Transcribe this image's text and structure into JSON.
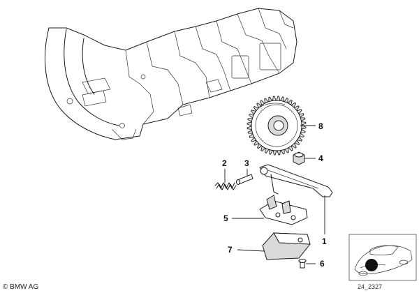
{
  "copyright": "© BMW AG",
  "reference": "24_2327",
  "callouts": [
    {
      "id": "1",
      "label": "1"
    },
    {
      "id": "2",
      "label": "2"
    },
    {
      "id": "3",
      "label": "3"
    },
    {
      "id": "4",
      "label": "4"
    },
    {
      "id": "5",
      "label": "5"
    },
    {
      "id": "6",
      "label": "6"
    },
    {
      "id": "7",
      "label": "7"
    },
    {
      "id": "8",
      "label": "8"
    }
  ]
}
